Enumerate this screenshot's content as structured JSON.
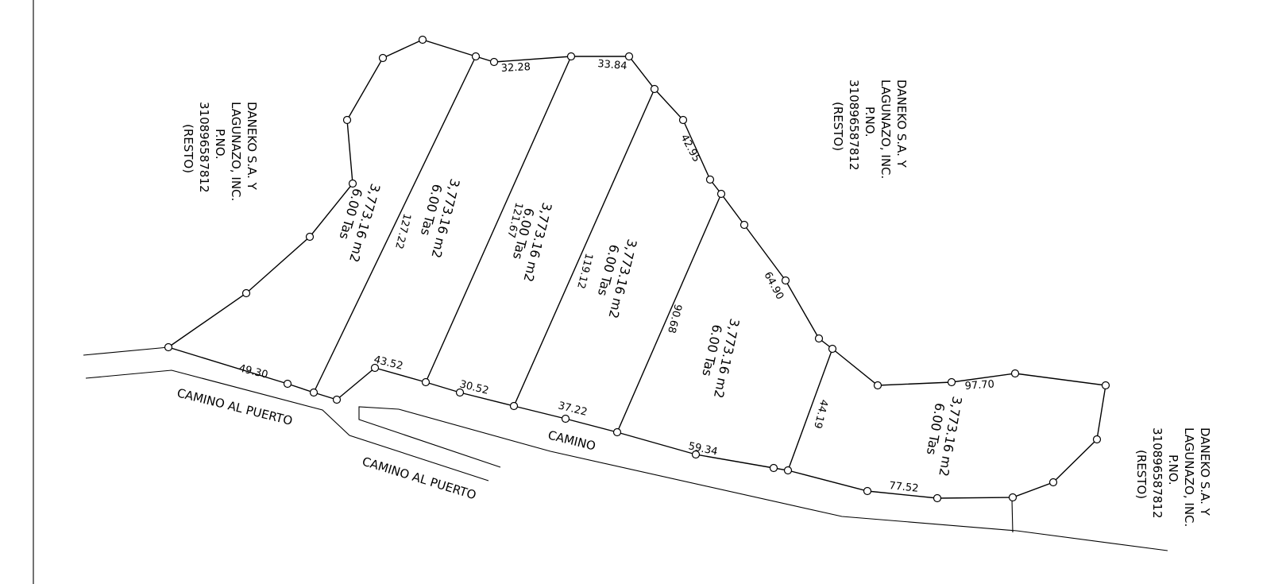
{
  "owner_labels": [
    [
      "DANEKO S.A. Y",
      "LAGUNAZO, INC.",
      "P.NO.",
      "31089658781 2",
      "(RESTO)"
    ],
    [
      "DANEKO S.A. Y",
      "LAGUNAZO, INC.",
      "P.NO.",
      "310896587812",
      "(RESTO)"
    ],
    [
      "DANEKO S.A. Y",
      "LAGUNAZO, INC.",
      "P.NO.",
      "310896587812",
      "(RESTO)"
    ]
  ],
  "roads": [
    "CAMINO AL PUERTO",
    "CAMINO AL PUERTO",
    "CAMINO"
  ],
  "lots": [
    {
      "area": "3,773.16 m2",
      "tasks": "6.00 Tas"
    },
    {
      "area": "3,773.16 m2",
      "tasks": "6.00 Tas"
    },
    {
      "area": "3,773.16 m2",
      "tasks": "6.00 Tas"
    },
    {
      "area": "3,773.16 m2",
      "tasks": "6.00 Tas"
    },
    {
      "area": "3,773.16 m2",
      "tasks": "6.00 Tas"
    },
    {
      "area": "3,773.16 m2",
      "tasks": "6.00 Tas"
    }
  ],
  "dimensions": {
    "top_1": "32.28",
    "top_2": "33.84",
    "right_1": "42.95",
    "right_2": "64.90",
    "right_3": "97.70",
    "div_1": "127.22",
    "div_2": "121.67",
    "div_3": "119.12",
    "div_4": "90.68",
    "div_5": "44.19",
    "bottom_1": "49.30",
    "bottom_2": "43.52",
    "bottom_3": "30.52",
    "bottom_4": "37.22",
    "bottom_5": "59.34",
    "bottom_6": "77.52"
  }
}
